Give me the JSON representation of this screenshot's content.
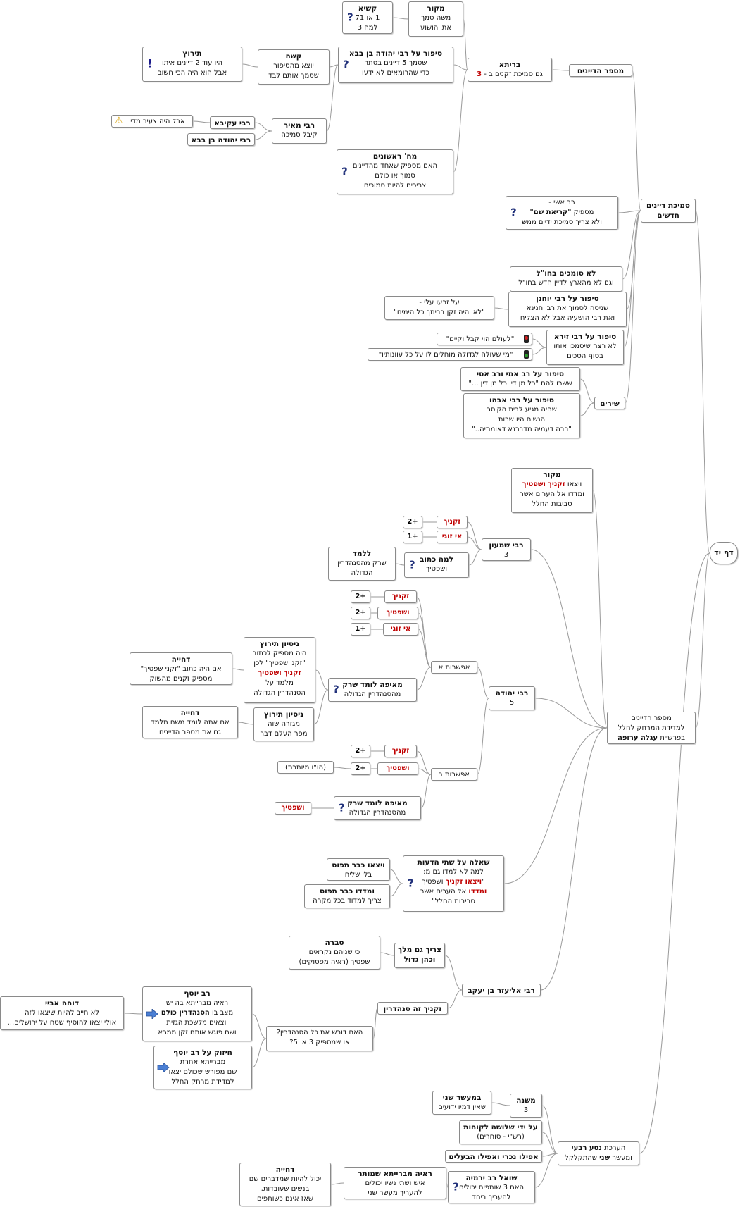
{
  "root": "דף יד",
  "nodes": {
    "n1": {
      "t": "מספר הדיינים",
      "b": ""
    },
    "n2": {
      "t": "בריתא",
      "b": "גם סמיכת זקנים ב - 3"
    },
    "n3": {
      "t": "מקור",
      "b": "משה סמך\nאת יהושוע"
    },
    "n4": {
      "t": "קשיא",
      "b": "1 או 71\nלמה 3"
    },
    "n5": {
      "t": "סיפור על רבי יהודה בן בבא",
      "b": "שסמך 5 דיינים בסתר\nכדי שהרומאים לא ידעו"
    },
    "n6": {
      "t": "קשה",
      "b": "יוצא מהסיפור\nשסמך אותם לבד"
    },
    "n7": {
      "t": "תירוץ",
      "b": "היו עוד 2 דיינים איתו\nאבל הוא היה הכי חשוב"
    },
    "n8": {
      "t": "רבי מאיר",
      "b": "קיבל סמיכה"
    },
    "n9": {
      "t": "רבי עקיבא",
      "b": ""
    },
    "n10": {
      "t": "",
      "b": "אבל היה צעיר מדי"
    },
    "n11": {
      "t": "רבי יהודה בן בבא",
      "b": ""
    },
    "n12": {
      "t": "מח' ראשונים",
      "b": "האם מספיק שאחד מהדיינים\nסמוך או כולם\nצריכים להיות סמוכים"
    },
    "n13": {
      "t": "סמיכת דיינים\nחדשים",
      "b": ""
    },
    "n14": {
      "t": "",
      "b": "רב אשי -\nמספיק \"קריאת שם\"\nולא צריך סמיכת ידיים ממש"
    },
    "n15": {
      "t": "לא סומכים בחו\"ל",
      "b": "וגם לא מהארץ לדיין חדש בחו\"ל"
    },
    "n16": {
      "t": "סיפור על רבי יוחנן",
      "b": "שניסה לסמוך את רבי חנינא\nואת רבי הושעיה  אבל לא הצליח"
    },
    "n17": {
      "t": "",
      "b": "על זרעו עלי -\n\"לא יהיה זקן בביתך כל הימים\""
    },
    "n18": {
      "t": "סיפור על רבי זירא",
      "b": "לא רצה שיסמכו אותו\nבסוף הסכים"
    },
    "n19": {
      "t": "",
      "b": "\"לעולם הוי קבל וקיים\""
    },
    "n20": {
      "t": "",
      "b": "\"מי שעולה לגדולה מוחלים לו על כל עוונותיו\""
    },
    "n21": {
      "t": "שירים",
      "b": ""
    },
    "n22": {
      "t": "סיפור על רב אמי ורב אסי",
      "b": "ששרו להם \"כל מן דין כל מן דין ...\""
    },
    "n23": {
      "t": "סיפור על רבי אבהו",
      "b": "שהיה מגיע לבית הקיסר\nהנשים היו שרות\n\"רבה דעמיה מדברנא דאומתיה..\""
    },
    "n24": {
      "t": "",
      "b": "מספר הדיינים\nלמדידת המרחק לחלל\nבפרשיית עגלה ערופה"
    },
    "n25": {
      "t": "מקור",
      "b": "ויצאו זקניך ושפטיך\nומדדו אל הערים אשר\nסביבות החלל"
    },
    "n26": {
      "t": "רבי שמעון",
      "b": "3"
    },
    "n27": {
      "t": "זקניך",
      "b": ""
    },
    "n28": {
      "t": "+2",
      "b": ""
    },
    "n29": {
      "t": "אי זוגי",
      "b": ""
    },
    "n30": {
      "t": "+1",
      "b": ""
    },
    "n31": {
      "t": "למה כתוב",
      "b": "ושפטיך"
    },
    "n32": {
      "t": "ללמד",
      "b": "שרק מהסנהדרין\nהגדולה"
    },
    "n33": {
      "t": "רבי יהודה",
      "b": "5"
    },
    "n34": {
      "t": "",
      "b": "אפשרות א"
    },
    "n35": {
      "t": "זקניך",
      "b": ""
    },
    "n36": {
      "t": "+2",
      "b": ""
    },
    "n37": {
      "t": "ושפטיך",
      "b": ""
    },
    "n38": {
      "t": "+2",
      "b": ""
    },
    "n39": {
      "t": "אי זוגי",
      "b": ""
    },
    "n40": {
      "t": "+1",
      "b": ""
    },
    "n41": {
      "t": "מאיפה לומד שרק",
      "b": "מהסנהדרין הגדולה"
    },
    "n42": {
      "t": "ניסיון תירוץ",
      "b": "היה מספיק לכתוב\n\"זקני שפטיך\" לכן\nזקניך ושפטיך\nמלמד על\nהסנהדרין הגדולה"
    },
    "n43": {
      "t": "דחייה",
      "b": "אם היה כתוב \"זקני שפטיך\"\nמספיק זקנים מהשוק"
    },
    "n44": {
      "t": "ניסיון תירוץ",
      "b": "מגזרה שוה\nמפר העלם דבר"
    },
    "n45": {
      "t": "דחייה",
      "b": "אם אתה לומד משם תלמד\nגם את מספר הדיינים"
    },
    "n46": {
      "t": "",
      "b": "אפשרות ב"
    },
    "n47": {
      "t": "זקניך",
      "b": ""
    },
    "n48": {
      "t": "+2",
      "b": ""
    },
    "n49": {
      "t": "ושפטיך",
      "b": ""
    },
    "n50": {
      "t": "+2",
      "b": ""
    },
    "n51": {
      "t": "",
      "b": "(הו\"ו מיותרת)"
    },
    "n52": {
      "t": "מאיפה לומד שרק",
      "b": "מהסנהדרין הגדולה"
    },
    "n53": {
      "t": "ושפטיך",
      "b": ""
    },
    "n54": {
      "t": "שאלה על שתי הדעות",
      "b": "למה לא למדו גם מ:\n\"ויצאו זקניך ושפטיך\nומדדו אל הערים אשר\nסביבות החלל\""
    },
    "n55": {
      "t": "ויצאו כבר תפוס",
      "b": "בלי שליח"
    },
    "n56": {
      "t": "ומדדו כבר תפוס",
      "b": "צריך למדוד בכל מקרה"
    },
    "n57": {
      "t": "רבי אליעזר בן יעקב",
      "b": ""
    },
    "n58": {
      "t": "צריך גם מלך\nוכהן גדול",
      "b": ""
    },
    "n59": {
      "t": "סברה",
      "b": "כי שניהם נקראים\nשפטיך (ראיה מפסוקים)"
    },
    "n60": {
      "t": "זקניך זה סנהדרין",
      "b": ""
    },
    "n61": {
      "t": "",
      "b": "האם דורש את כל הסנהדרין?\nאו שמספיק 3 או 5?"
    },
    "n62": {
      "t": "רב יוסף",
      "b": "ראיה מברייתא בה יש\nמצב בו הסנהדרין כולם\nיוצאים מלשכת הגזית\nושם פוגש אותם זקן ממרא"
    },
    "n63": {
      "t": "דוחה אביי",
      "b": "לא  חייב להיות שיצאו לזה\nאולי יצאו להוסיף שטח על ירושלים..."
    },
    "n64": {
      "t": "חיזוק על רב יוסף",
      "b": "מברייתא אחרת\nשם מפורש שכולם יצאו\nלמדידת מרחק החלל"
    },
    "n65": {
      "t": "",
      "b": "הערכת נטע רבעי\nומעשר שני שהתקלקל"
    },
    "n66": {
      "t": "משנה",
      "b": "3"
    },
    "n67": {
      "t": "במעשר שני",
      "b": "שאין דמיו ידועים"
    },
    "n68": {
      "t": "על ידי שלושה לקוחות",
      "b": "(רש\"י - סוחרים)"
    },
    "n69": {
      "t": "אפילו נכרי ואפילו הבעלים",
      "b": ""
    },
    "n70": {
      "t": "שואל רב ירמיה",
      "b": "האם 3 שותפים יכולים\nלהעריך ביחד"
    },
    "n71": {
      "t": "ראיה מברייתא שמותר",
      "b": "איש ושתי נשיו יכולים\nלהעריך מעשר שני"
    },
    "n72": {
      "t": "דחייה",
      "b": "יכול להיות שמדברים שם\nבנשים שעובדות,\nשאז אינם כשותפים"
    }
  },
  "colors": {
    "line": "#9a9a9a",
    "red": "#c00000",
    "icon": "#20307a",
    "warn": "#f0c020"
  }
}
